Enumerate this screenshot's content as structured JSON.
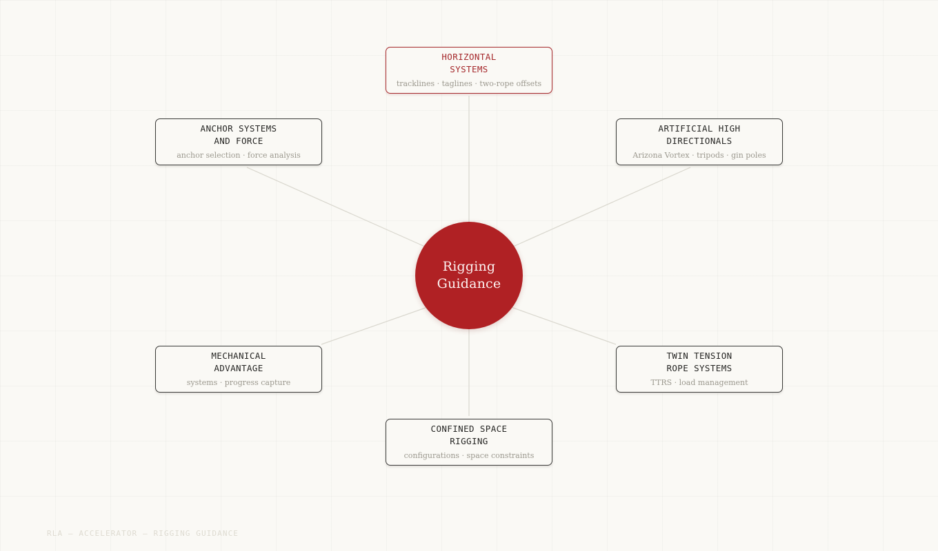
{
  "background": {
    "color": "#faf9f5",
    "grid_color": "#ece9e0",
    "grid_size": 80
  },
  "hub": {
    "label_line1": "Rigging",
    "label_line2": "Guidance",
    "color": "#b02124",
    "text_color": "#fdf3f2"
  },
  "connector": {
    "color": "#d9d7ce"
  },
  "nodes": [
    {
      "id": "horizontal-systems",
      "title": "HORIZONTAL\nSYSTEMS",
      "subtitle": "tracklines · taglines · two-rope offsets",
      "accent": true,
      "accent_color": "#a5282b"
    },
    {
      "id": "anchor-systems-and-force",
      "title": "ANCHOR SYSTEMS\nAND FORCE",
      "subtitle": "anchor selection · force analysis",
      "accent": false,
      "accent_color": "#3a3a38"
    },
    {
      "id": "artificial-high-directionals",
      "title": "ARTIFICIAL HIGH\nDIRECTIONALS",
      "subtitle": "Arizona Vortex · tripods · gin poles",
      "accent": false,
      "accent_color": "#3a3a38"
    },
    {
      "id": "mechanical-advantage",
      "title": "MECHANICAL\nADVANTAGE",
      "subtitle": "systems · progress capture",
      "accent": false,
      "accent_color": "#3a3a38"
    },
    {
      "id": "twin-tension-rope-systems",
      "title": "TWIN TENSION\nROPE SYSTEMS",
      "subtitle": "TTRS · load management",
      "accent": false,
      "accent_color": "#3a3a38"
    },
    {
      "id": "confined-space-rigging",
      "title": "CONFINED SPACE\nRIGGING",
      "subtitle": "configurations · space constraints",
      "accent": false,
      "accent_color": "#3a3a38"
    }
  ],
  "footer": {
    "label": "RLA — ACCELERATOR — RIGGING GUIDANCE"
  }
}
